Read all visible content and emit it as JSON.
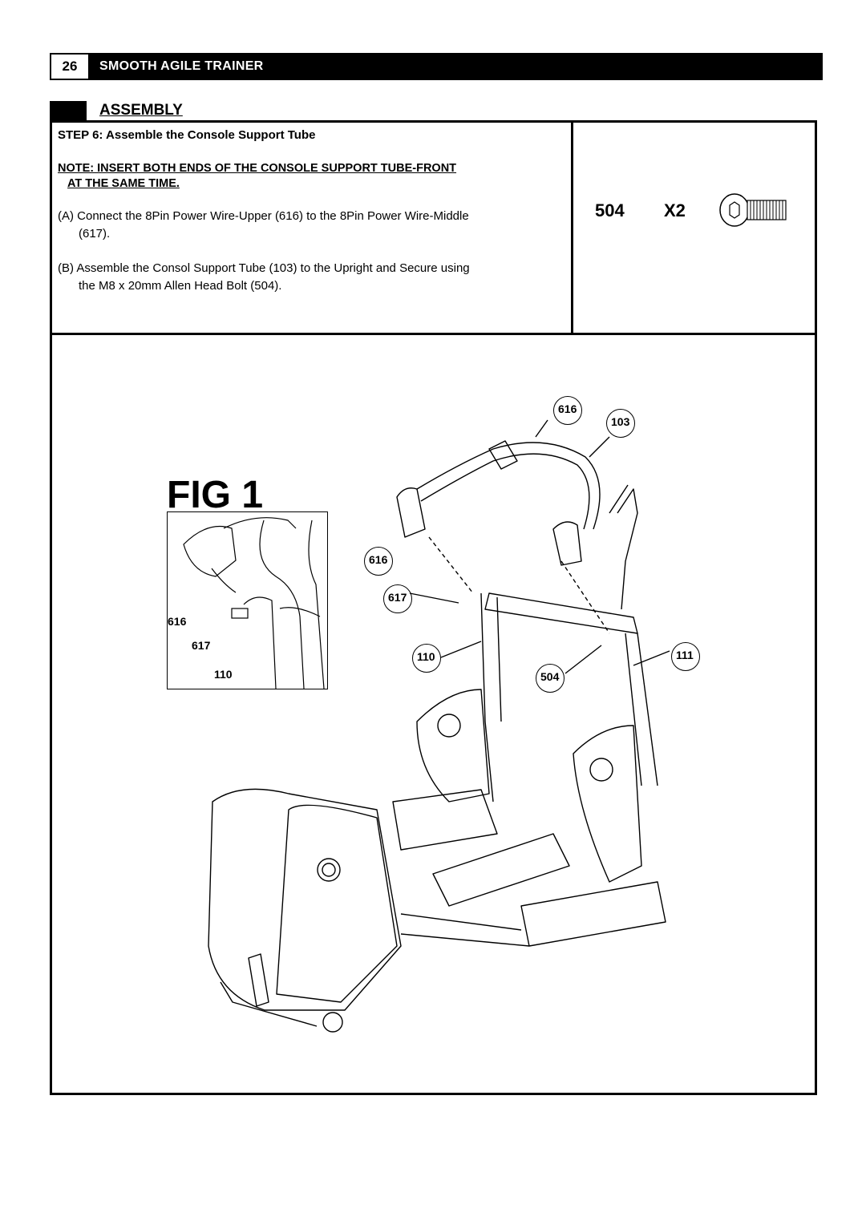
{
  "header": {
    "page_number": "26",
    "product_title": "SMOOTH AGILE TRAINER"
  },
  "section": {
    "title": "ASSEMBLY"
  },
  "step": {
    "label": "STEP 6",
    "title": ": Assemble the Console Support Tube"
  },
  "note": {
    "line1": "NOTE: INSERT BOTH ENDS OF THE CONSOLE SUPPORT TUBE-FRONT",
    "line2": "AT THE SAME TIME."
  },
  "instructions": {
    "a_line1": "(A) Connect the 8Pin Power Wire-Upper (616) to the 8Pin Power Wire-Middle",
    "a_line2": "(617).",
    "b_line1": "(B) Assemble the Consol Support Tube (103) to the Upright and Secure using",
    "b_line2": "the M8 x 20mm Allen Head Bolt (504)."
  },
  "bolt": {
    "part": "504",
    "quantity": "X2"
  },
  "figure": {
    "title": "FIG 1",
    "callouts": [
      "616",
      "103",
      "616",
      "617",
      "110",
      "504",
      "111"
    ],
    "inset_callouts": [
      "616",
      "617",
      "110"
    ]
  }
}
